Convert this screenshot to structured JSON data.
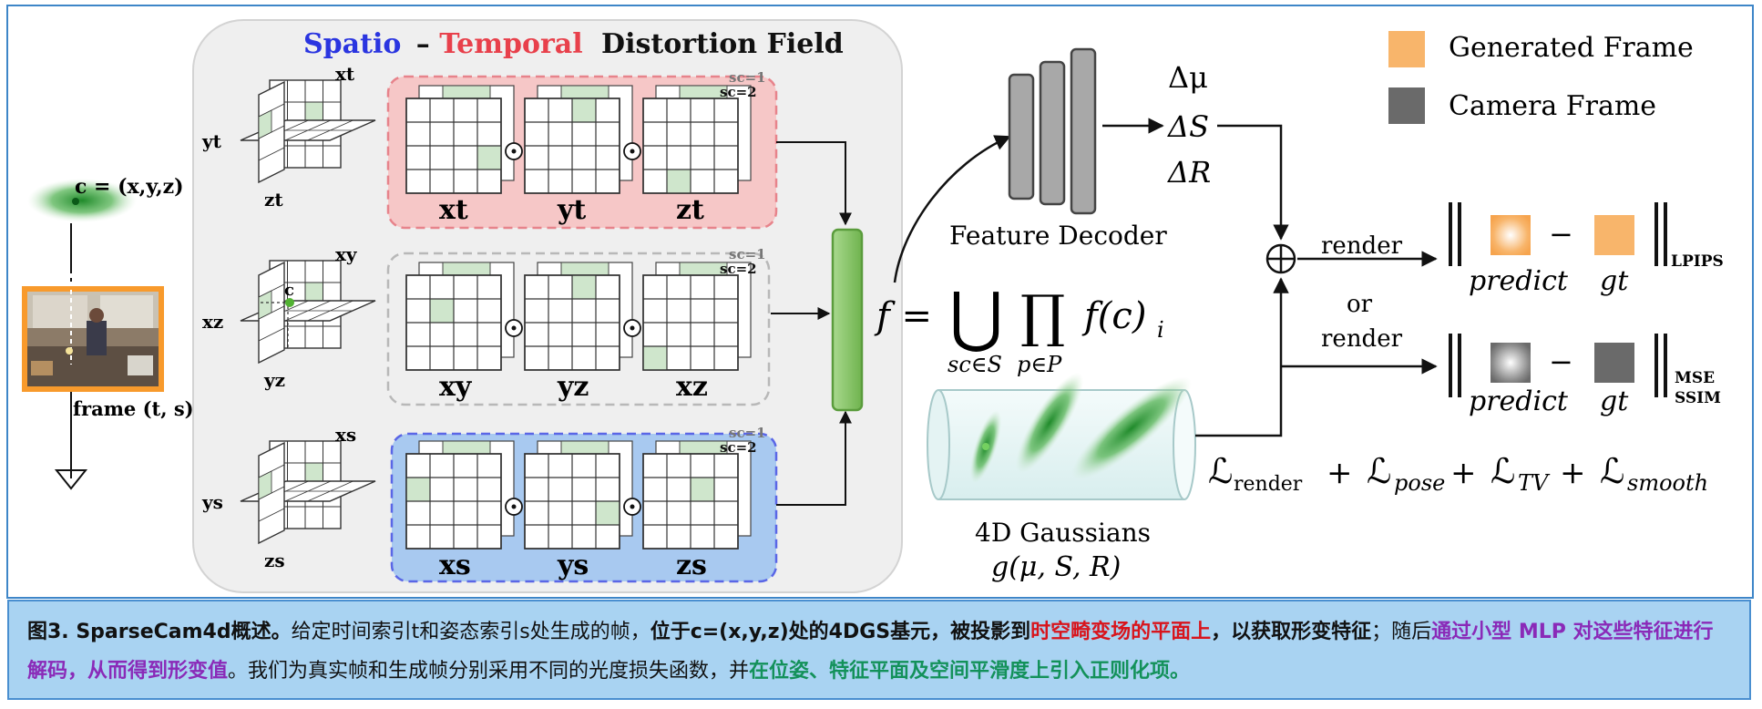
{
  "title": {
    "spatio": "Spatio",
    "dash": "–",
    "temporal": "Temporal",
    "rest": "Distortion Field"
  },
  "colors": {
    "spatio": "#2a35e0",
    "temporal": "#e8404b",
    "generated_frame": "#f8b56b",
    "camera_frame": "#6a6a6a"
  },
  "legend": {
    "generated": "Generated Frame",
    "camera": "Camera Frame"
  },
  "left": {
    "point_label": "c = (x,y,z)",
    "frame_label": "frame (t, s)"
  },
  "planes": {
    "row1": {
      "axes": [
        "xt",
        "yt",
        "zt"
      ],
      "labels": [
        "xt",
        "yt",
        "zt"
      ]
    },
    "row2": {
      "axes": [
        "xy",
        "xz",
        "yz"
      ],
      "labels": [
        "xy",
        "yz",
        "xz"
      ],
      "point": "c"
    },
    "row3": {
      "axes": [
        "xs",
        "ys",
        "zs"
      ],
      "labels": [
        "xs",
        "ys",
        "zs"
      ]
    }
  },
  "scales": {
    "sc1": "sc=1",
    "sc2": "sc=2"
  },
  "decoder": {
    "label": "Feature Decoder",
    "outputs": [
      "Δμ",
      "ΔS",
      "ΔR"
    ]
  },
  "formula": {
    "f": "f =",
    "union_sub": "sc∈S",
    "prod_sub": "p∈P",
    "term": "f(c)",
    "term_sub": "i"
  },
  "gaussians": {
    "label": "4D Gaussians",
    "sub": "g(μ, S, R)"
  },
  "render": {
    "top": "render",
    "or": "or",
    "bottom": "render",
    "oplus": "⊕"
  },
  "losses": {
    "predict": "predict",
    "gt": "gt",
    "minus": "−",
    "top_metric": "LPIPS",
    "bottom_metric_1": "MSE",
    "bottom_metric_2": "SSIM"
  },
  "total_loss": {
    "L": "ℒ",
    "render_sub": "render",
    "pose_sub": "pose",
    "tv_sub": "TV",
    "smooth_sub": "smooth",
    "plus": "+"
  },
  "caption": {
    "p1": "图3. SparseCam4d概述。",
    "p2": "给定时间索引t和姿态索引s处生成的帧，",
    "p3": "位于c=(x,y,z)处的4DGS基元，被投影到",
    "p4": "时空畸变场的平面上",
    "p5": "，以获取形变特征",
    "p6": "；随后",
    "p7": "通过小型 MLP 对这些特征进行解码，从而得到形变值",
    "p8": "。我们为真实帧和生成帧分别采用不同的光度损失函数，并",
    "p9": "在位姿、特征平面及空间平滑度上引入正则化项。"
  }
}
